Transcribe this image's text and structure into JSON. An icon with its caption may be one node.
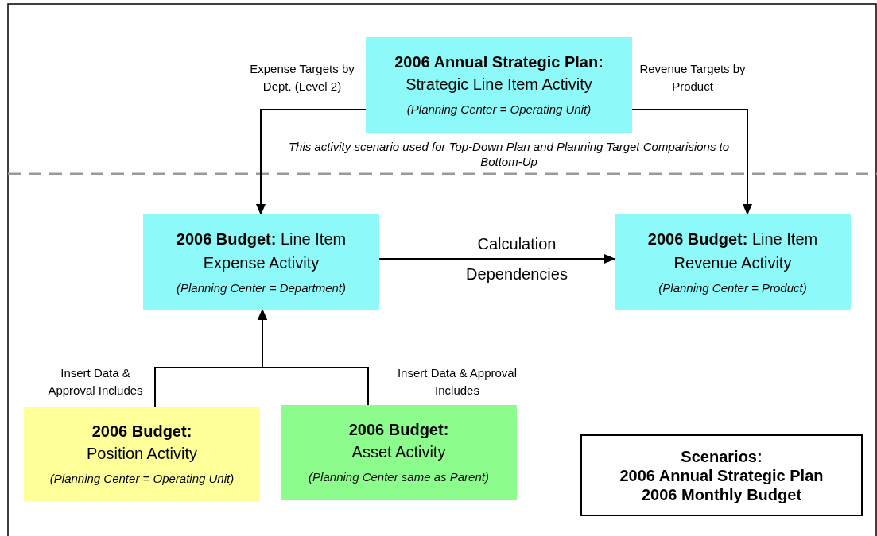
{
  "diagram": {
    "nodes": [
      {
        "text": [
          "2006 Annual Strategic Plan:",
          "Strategic Line Item Activity",
          "(Planning Center = Operating Unit)"
        ]
      },
      {
        "text": [
          "**2006 Budget:** Line Item Expense Activity",
          "(Planning Center = Department)"
        ]
      },
      {
        "text": [
          "**2006 Budget:** Line Item Revenue Activity",
          "(Planning Center = Product)"
        ]
      },
      {
        "text": [
          "2006 Budget:",
          "Position Activity",
          "(Planning Center = Operating Unit)"
        ]
      },
      {
        "text": [
          "2006 Budget:",
          "Asset Activity",
          "(Planning Center same as Parent)"
        ]
      },
      {
        "text": [
          "Scenarios:",
          "2006 Annual Strategic Plan",
          "2006 Monthly Budget"
        ]
      }
    ],
    "edges": [
      {
        "from": 0,
        "to": 1,
        "arrow": "to",
        "label": "Expense Targets by Dept. (Level 2)"
      },
      {
        "from": 0,
        "to": 2,
        "arrow": "to",
        "label": "Revenue Targets by Product"
      },
      {
        "from": 1,
        "to": 2,
        "arrow": "to",
        "label": "Calculation Dependencies"
      },
      {
        "from": 3,
        "to": 1,
        "arrow": "to",
        "label": "Insert Data & Approval Includes"
      },
      {
        "from": 4,
        "to": 1,
        "arrow": "to",
        "label": "Insert Data & Approval Includes"
      }
    ],
    "labels": [
      "This activity scenario used for Top-Down Plan and Planning Target Comparisions to Bottom-Up"
    ]
  }
}
